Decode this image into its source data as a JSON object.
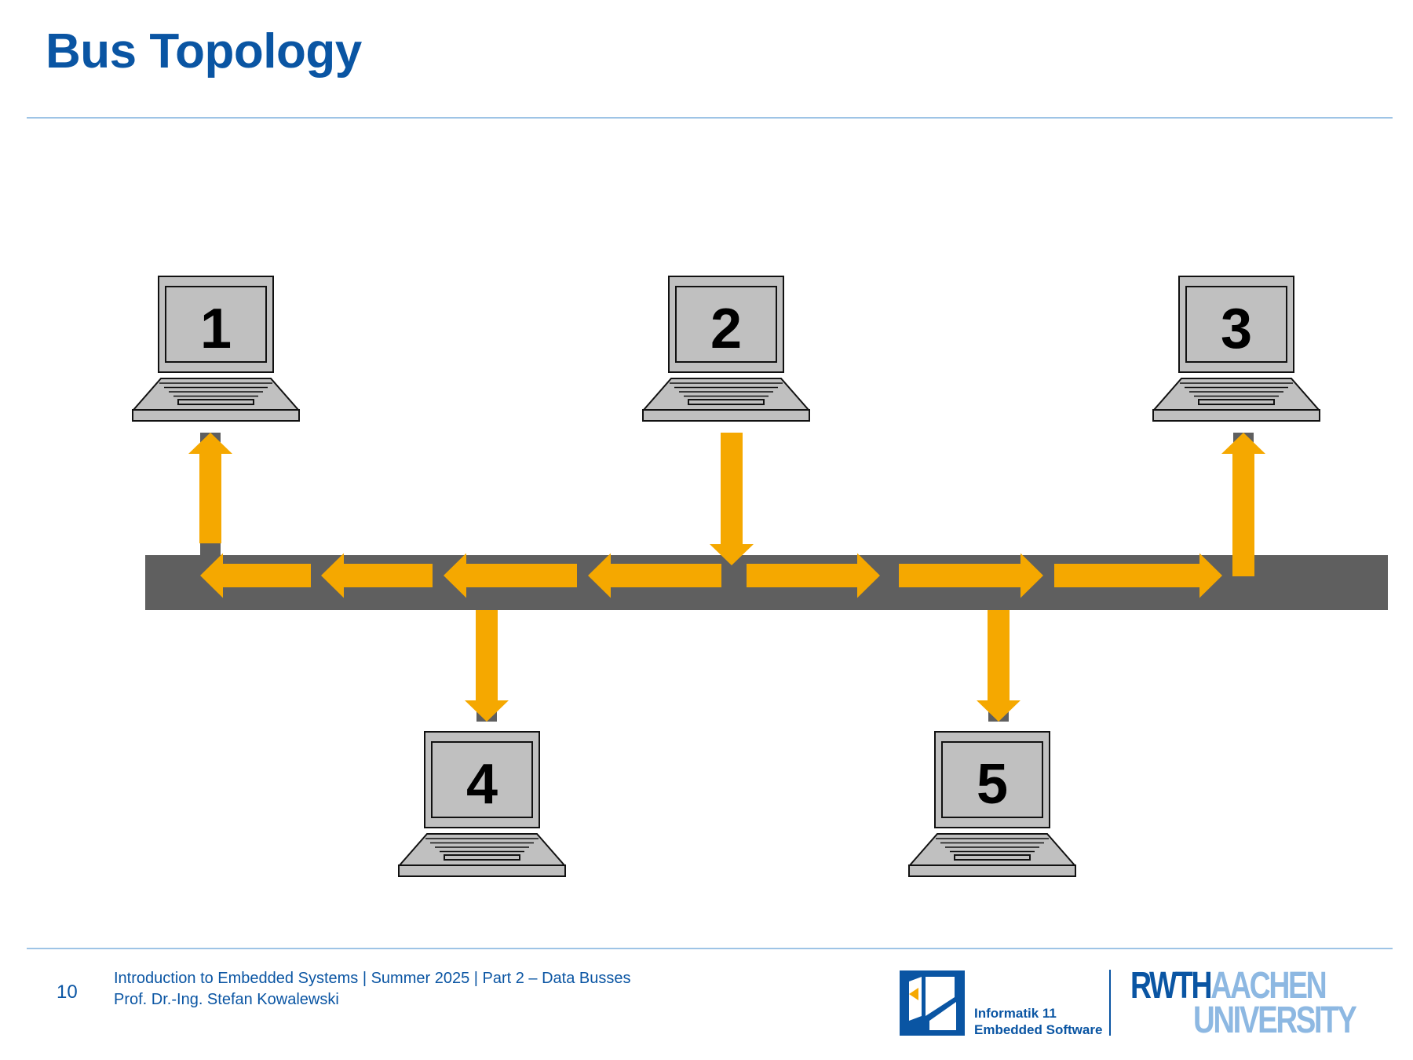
{
  "slide": {
    "title": "Bus Topology",
    "page_number": "10",
    "footer_line1": "Introduction to Embedded Systems | Summer 2025 | Part 2 – Data Busses",
    "footer_line2": "Prof. Dr.-Ing. Stefan Kowalewski"
  },
  "diagram": {
    "nodes": [
      {
        "label": "1",
        "position": "top"
      },
      {
        "label": "2",
        "position": "top"
      },
      {
        "label": "3",
        "position": "top"
      },
      {
        "label": "4",
        "position": "bottom"
      },
      {
        "label": "5",
        "position": "bottom"
      }
    ],
    "sender": "2",
    "receivers": [
      "1",
      "3",
      "4",
      "5"
    ],
    "colors": {
      "bus": "#5f5f5f",
      "arrow": "#f5a800",
      "laptop_fill": "#c0c0c0",
      "laptop_stroke": "#111111",
      "accent": "#0a55a3"
    }
  },
  "logos": {
    "institute_line1": "Informatik 11",
    "institute_line2": "Embedded Software",
    "university_part1": "RWTH",
    "university_part2": "AACHEN",
    "university_part3": "UNIVERSITY"
  }
}
